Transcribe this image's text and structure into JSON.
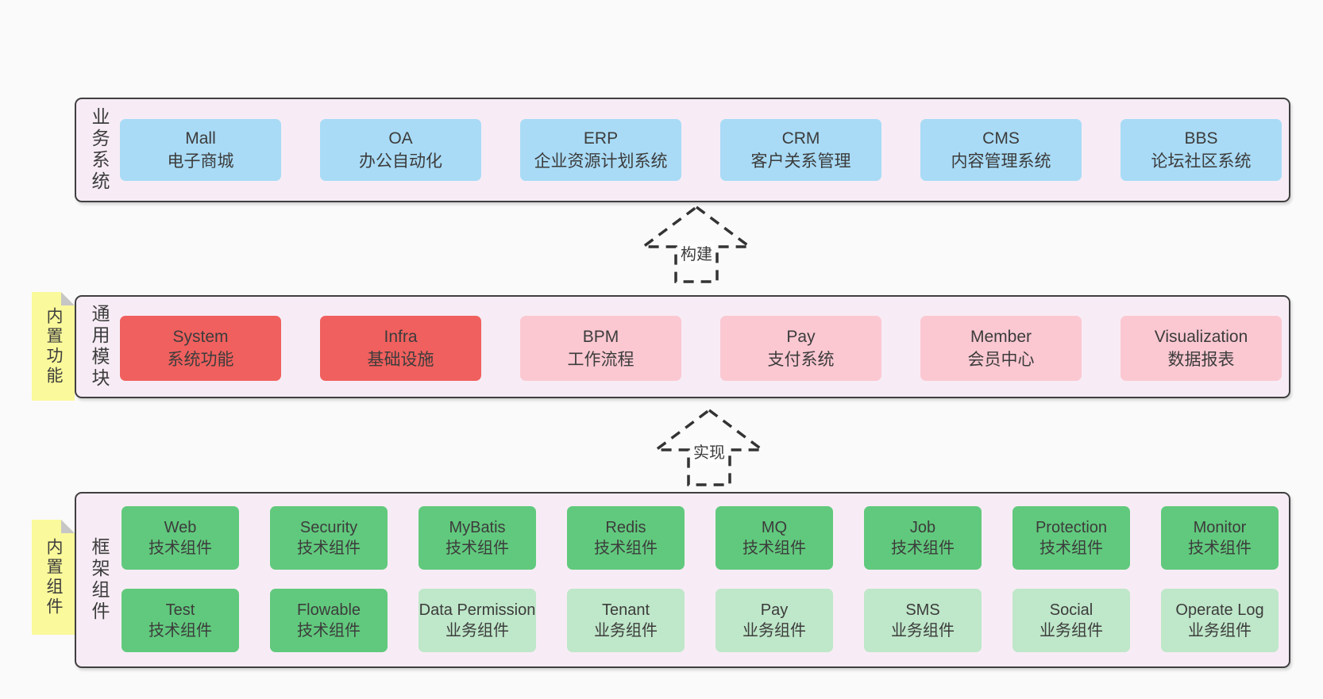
{
  "diagram": {
    "title": "yudao architecture layers",
    "colors": {
      "page_bg": "#fafafa",
      "panel_bg": "#f7ecf5",
      "panel_border": "#3f3f3f",
      "blue": "#a9dbf6",
      "red": "#f0605e",
      "pink": "#fbc8d2",
      "green_dark": "#61c97d",
      "green_light": "#bfe7c9",
      "sticky_yellow": "#faf99b",
      "text": "#3c3c3c"
    },
    "arrows": [
      {
        "label": "构建"
      },
      {
        "label": "实现"
      }
    ],
    "panels": {
      "business": {
        "label": "业务系统",
        "boxes": [
          {
            "en": "Mall",
            "zh": "电子商城"
          },
          {
            "en": "OA",
            "zh": "办公自动化"
          },
          {
            "en": "ERP",
            "zh": "企业资源计划系统"
          },
          {
            "en": "CRM",
            "zh": "客户关系管理"
          },
          {
            "en": "CMS",
            "zh": "内容管理系统"
          },
          {
            "en": "BBS",
            "zh": "论坛社区系统"
          }
        ]
      },
      "modules": {
        "label": "通用模块",
        "sticky": "内置功能",
        "boxes": [
          {
            "en": "System",
            "zh": "系统功能",
            "variant": "red"
          },
          {
            "en": "Infra",
            "zh": "基础设施",
            "variant": "red"
          },
          {
            "en": "BPM",
            "zh": "工作流程",
            "variant": "pink"
          },
          {
            "en": "Pay",
            "zh": "支付系统",
            "variant": "pink"
          },
          {
            "en": "Member",
            "zh": "会员中心",
            "variant": "pink"
          },
          {
            "en": "Visualization",
            "zh": "数据报表",
            "variant": "pink"
          }
        ]
      },
      "framework": {
        "label": "框架组件",
        "sticky": "内置组件",
        "row1": [
          {
            "en": "Web",
            "zh": "技术组件",
            "variant": "green-dark"
          },
          {
            "en": "Security",
            "zh": "技术组件",
            "variant": "green-dark"
          },
          {
            "en": "MyBatis",
            "zh": "技术组件",
            "variant": "green-dark"
          },
          {
            "en": "Redis",
            "zh": "技术组件",
            "variant": "green-dark"
          },
          {
            "en": "MQ",
            "zh": "技术组件",
            "variant": "green-dark"
          },
          {
            "en": "Job",
            "zh": "技术组件",
            "variant": "green-dark"
          },
          {
            "en": "Protection",
            "zh": "技术组件",
            "variant": "green-dark"
          },
          {
            "en": "Monitor",
            "zh": "技术组件",
            "variant": "green-dark"
          }
        ],
        "row2": [
          {
            "en": "Test",
            "zh": "技术组件",
            "variant": "green-dark"
          },
          {
            "en": "Flowable",
            "zh": "技术组件",
            "variant": "green-dark"
          },
          {
            "en": "Data Permission",
            "zh": "业务组件",
            "variant": "green-light"
          },
          {
            "en": "Tenant",
            "zh": "业务组件",
            "variant": "green-light"
          },
          {
            "en": "Pay",
            "zh": "业务组件",
            "variant": "green-light"
          },
          {
            "en": "SMS",
            "zh": "业务组件",
            "variant": "green-light"
          },
          {
            "en": "Social",
            "zh": "业务组件",
            "variant": "green-light"
          },
          {
            "en": "Operate Log",
            "zh": "业务组件",
            "variant": "green-light"
          }
        ]
      }
    }
  }
}
